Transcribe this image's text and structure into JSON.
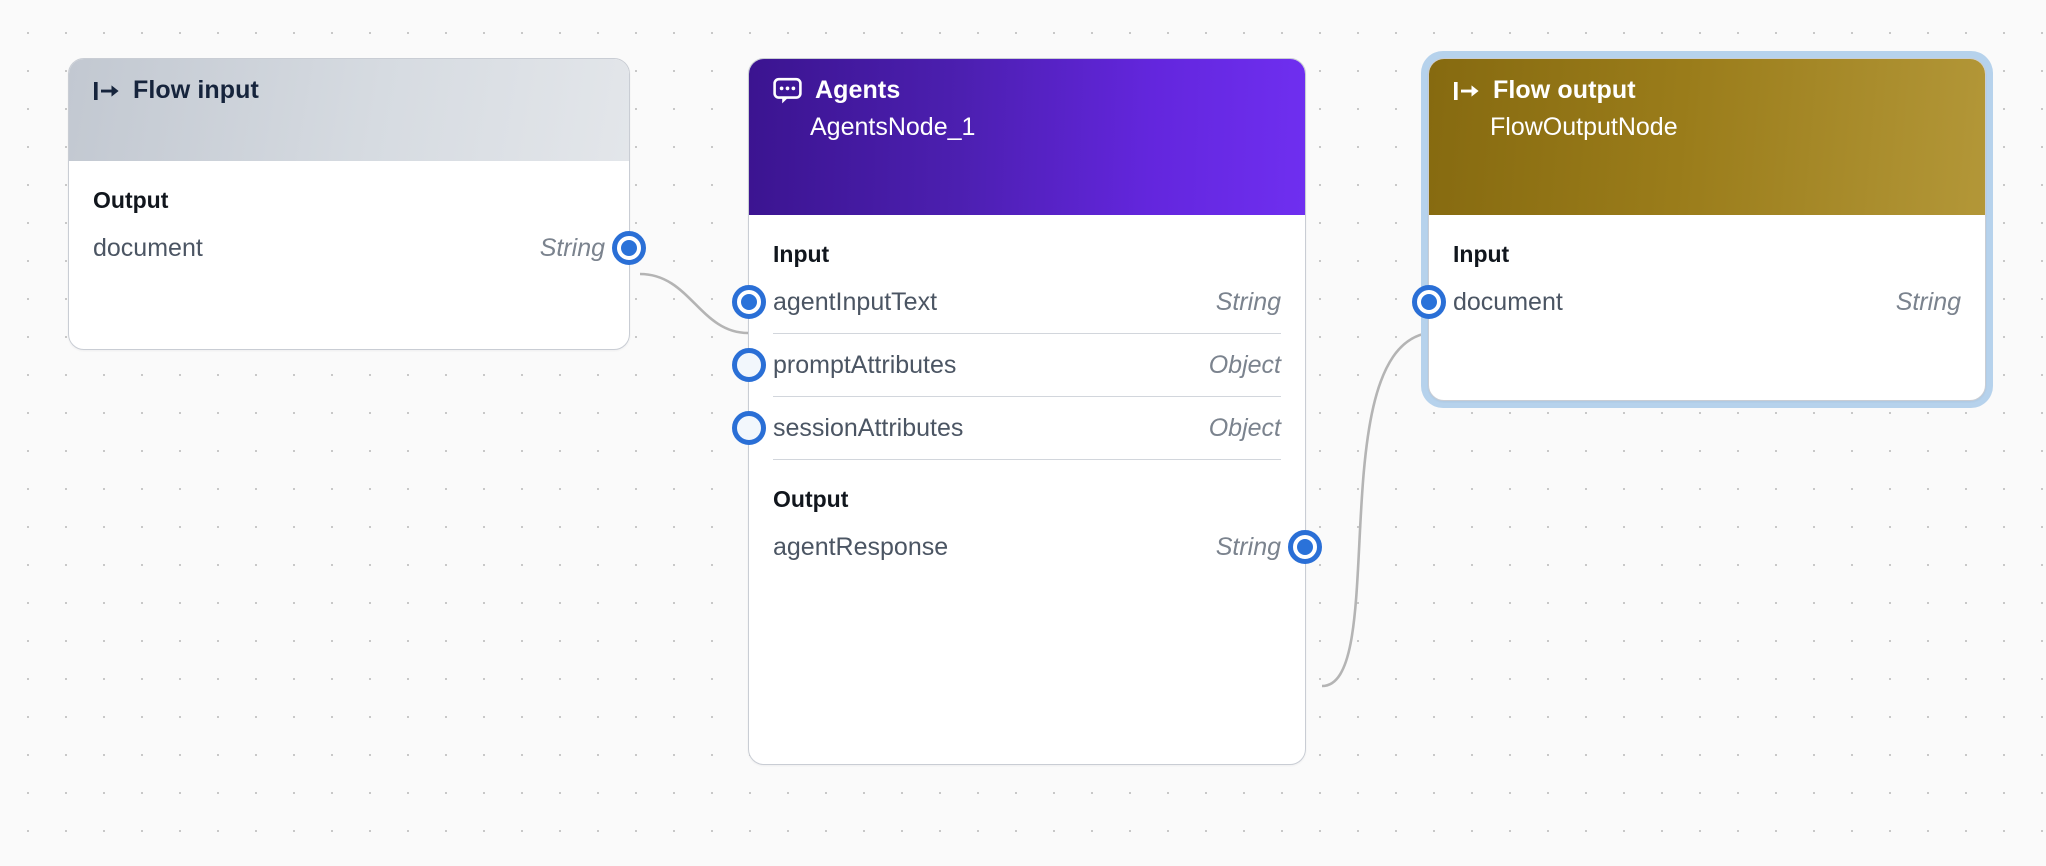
{
  "canvas": {
    "background_color": "#fafafa",
    "grid_dot_color": "#c8c8c8",
    "edge_color": "#b4b4b4"
  },
  "colors": {
    "port_blue": "#2a6fd6",
    "selection_ring": "#b6d2ec",
    "agents_header_from": "#3b1490",
    "agents_header_to": "#6f2ff0",
    "flow_output_header_from": "#866a10",
    "flow_output_header_to": "#b39738",
    "flow_input_header_from": "#c2c8d1",
    "flow_input_header_to": "#e3e6ea"
  },
  "nodes": [
    {
      "id": "flow-input",
      "icon": "flow-input-arrow-icon",
      "title": "Flow input",
      "subtitle": "",
      "selected": false,
      "sections": [
        {
          "label": "Output",
          "side": "right",
          "rows": [
            {
              "name": "document",
              "type": "String",
              "connected": true
            }
          ]
        }
      ]
    },
    {
      "id": "agents",
      "icon": "chat-bubble-icon",
      "title": "Agents",
      "subtitle": "AgentsNode_1",
      "selected": false,
      "sections": [
        {
          "label": "Input",
          "side": "left",
          "rows": [
            {
              "name": "agentInputText",
              "type": "String",
              "connected": true
            },
            {
              "name": "promptAttributes",
              "type": "Object",
              "connected": false
            },
            {
              "name": "sessionAttributes",
              "type": "Object",
              "connected": false
            }
          ]
        },
        {
          "label": "Output",
          "side": "right",
          "rows": [
            {
              "name": "agentResponse",
              "type": "String",
              "connected": true
            }
          ]
        }
      ]
    },
    {
      "id": "flow-output",
      "icon": "flow-output-arrow-icon",
      "title": "Flow output",
      "subtitle": "FlowOutputNode",
      "selected": true,
      "sections": [
        {
          "label": "Input",
          "side": "left",
          "rows": [
            {
              "name": "document",
              "type": "String",
              "connected": true
            }
          ]
        }
      ]
    }
  ],
  "edges": [
    {
      "from": "flow-input.document",
      "to": "agents.agentInputText"
    },
    {
      "from": "agents.agentResponse",
      "to": "flow-output.document"
    }
  ]
}
